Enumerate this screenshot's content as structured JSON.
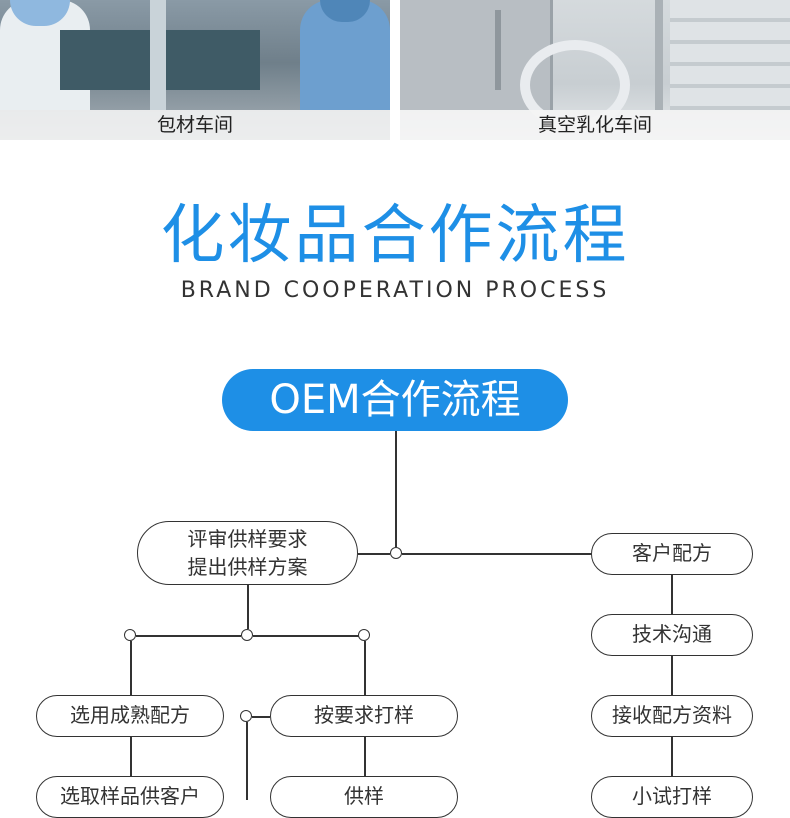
{
  "photos": [
    {
      "caption": "包材车间"
    },
    {
      "caption": "真空乳化车间"
    }
  ],
  "section": {
    "title": "化妆品合作流程",
    "subtitle": "BRAND COOPERATION PROCESS"
  },
  "flow": {
    "header": "OEM合作流程",
    "review_node": {
      "line1": "评审供样要求",
      "line2": "提出供样方案"
    },
    "client_formula": "客户配方",
    "tech_comm": "技术沟通",
    "receive_formula": "接收配方资料",
    "trial_sample": "小试打样",
    "mature_formula": "选用成熟配方",
    "custom_sample": "按要求打样",
    "pick_sample": "选取样品供客户",
    "supply_sample": "供样"
  }
}
